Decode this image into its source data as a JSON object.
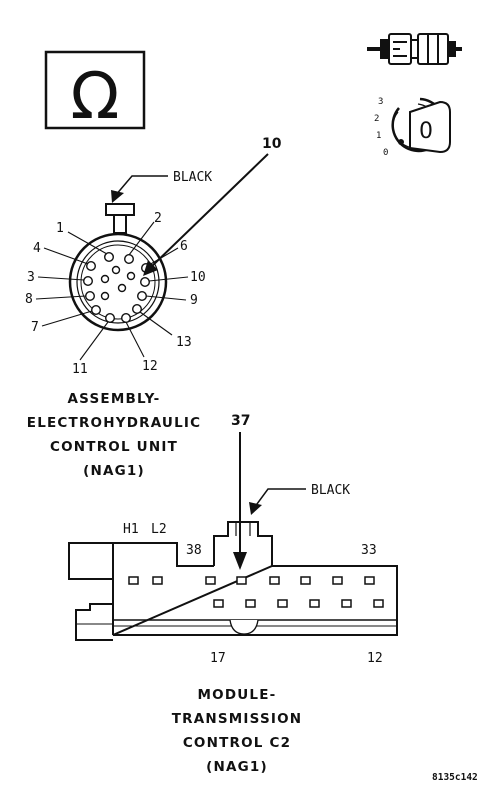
{
  "icons": {
    "ohm": {
      "symbol": "Ω"
    },
    "connector": "connector-icon",
    "ignition": {
      "positions": [
        "3",
        "2",
        "1",
        "0"
      ],
      "key_label": "0"
    }
  },
  "ecu": {
    "callout": "10",
    "wire_color": "BLACK",
    "pins": [
      {
        "label": "1"
      },
      {
        "label": "2"
      },
      {
        "label": "4"
      },
      {
        "label": "6"
      },
      {
        "label": "3"
      },
      {
        "label": "10"
      },
      {
        "label": "8"
      },
      {
        "label": "9"
      },
      {
        "label": "7"
      },
      {
        "label": "13"
      },
      {
        "label": "11"
      },
      {
        "label": "12"
      }
    ],
    "title_lines": [
      "ASSEMBLY-",
      "ELECTROHYDRAULIC",
      "CONTROL UNIT",
      "(NAG1)"
    ]
  },
  "module": {
    "callout": "37",
    "wire_color": "BLACK",
    "labels": {
      "h1": "H1",
      "l2": "L2",
      "p38": "38",
      "p33": "33",
      "p17": "17",
      "p12": "12"
    },
    "title_lines": [
      "MODULE-",
      "TRANSMISSION",
      "CONTROL C2",
      "(NAG1)"
    ]
  },
  "figure_code": "8135c142"
}
